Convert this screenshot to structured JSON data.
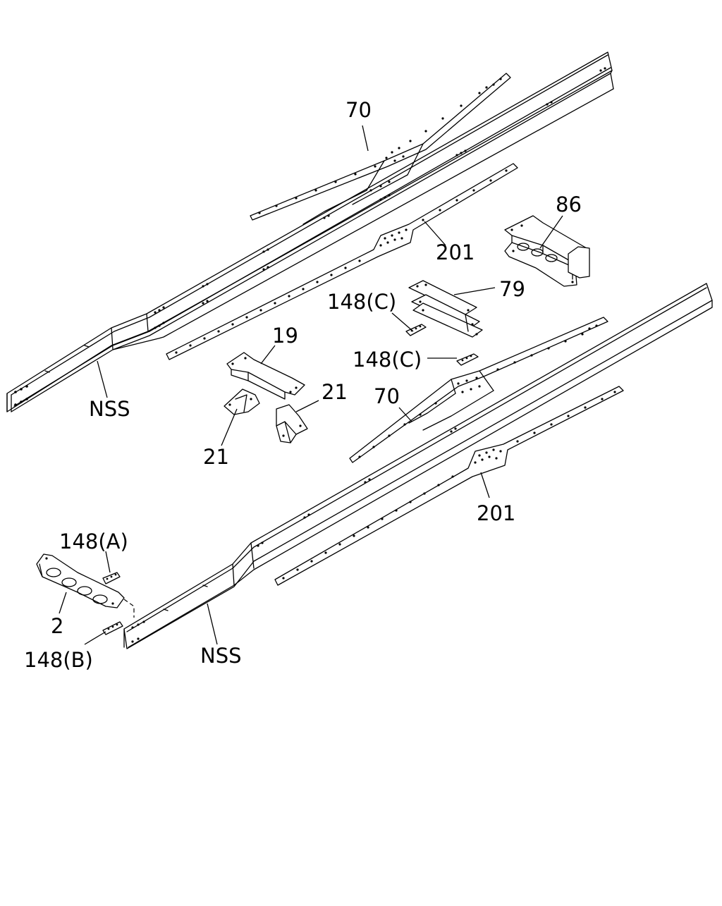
{
  "callouts": {
    "plate_70_top": "70",
    "plate_70_bottom": "70",
    "plate_201_top": "201",
    "plate_201_bottom": "201",
    "cross_member_86": "86",
    "plate_79": "79",
    "shim_148c_upper": "148(C)",
    "shim_148c_lower": "148(C)",
    "cross_member_19": "19",
    "bracket_21_right": "21",
    "bracket_21_left": "21",
    "rail_nss_upper": "NSS",
    "rail_nss_lower": "NSS",
    "shim_148a": "148(A)",
    "cross_member_2": "2",
    "shim_148b": "148(B)"
  }
}
